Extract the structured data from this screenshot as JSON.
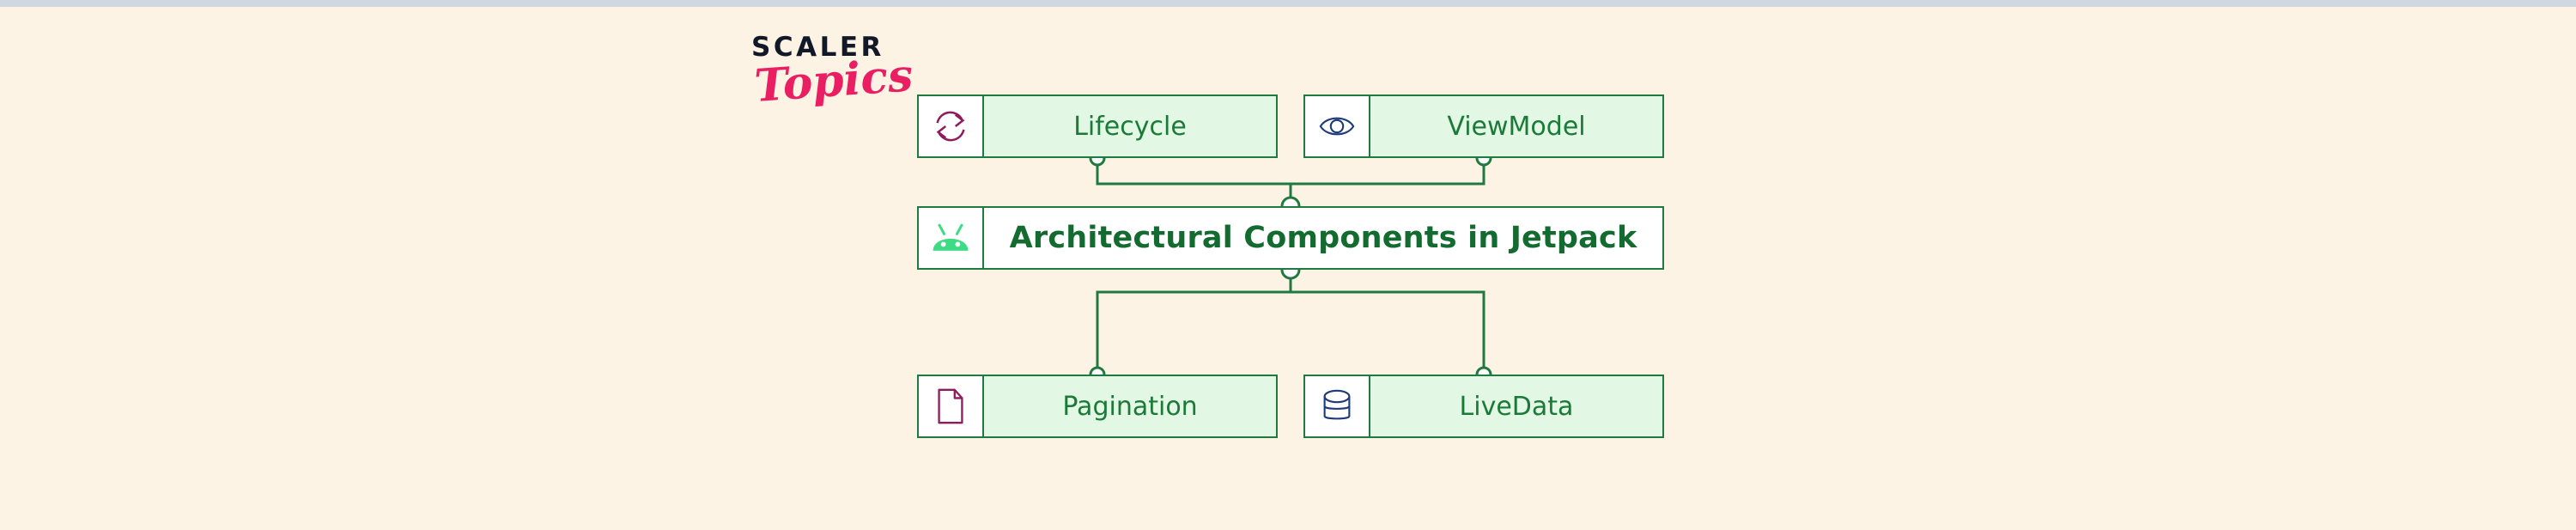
{
  "page": {
    "background_color": "#fdf3e4",
    "top_strip_color": "#cfd8e0"
  },
  "branding": {
    "name": "scaler-topics-logo",
    "line1": "SCALER",
    "line2": "Topics",
    "line1_color": "#111827",
    "line2_color": "#e91e63"
  },
  "diagram": {
    "type": "hierarchy",
    "title": "Architectural Components in Jetpack",
    "palette": {
      "node_border": "#1f7a3f",
      "leaf_fill": "#e2f7e4",
      "leaf_text": "#1b7a37",
      "center_fill": "#ffffff",
      "center_text": "#136b30",
      "connector": "#1f7a3f",
      "icon_magenta": "#8e1b5b",
      "icon_navy": "#1d3a7a",
      "icon_android_green": "#3ddc84"
    },
    "center": {
      "label": "Architectural Components in Jetpack",
      "icon": "android-robot-icon"
    },
    "children_top": [
      {
        "label": "Lifecycle",
        "icon": "refresh-cycle-icon"
      },
      {
        "label": "ViewModel",
        "icon": "eye-icon"
      }
    ],
    "children_bottom": [
      {
        "label": "Pagination",
        "icon": "document-page-icon"
      },
      {
        "label": "LiveData",
        "icon": "database-cylinder-icon"
      }
    ]
  }
}
